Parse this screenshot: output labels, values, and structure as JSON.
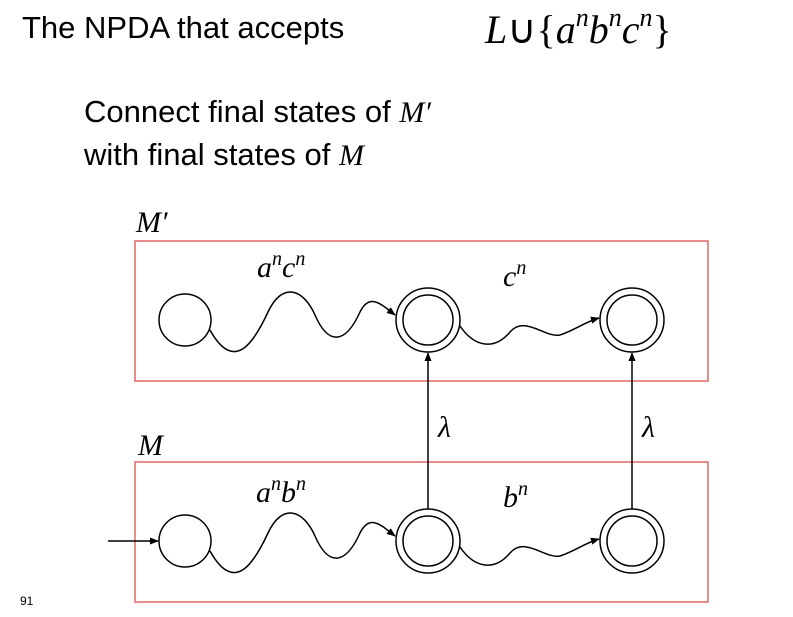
{
  "title": {
    "text": "The NPDA that accepts",
    "math": {
      "L": "L",
      "union": "∪",
      "open": "{",
      "a": "a",
      "b": "b",
      "c": "c",
      "exp": "n",
      "close": "}"
    }
  },
  "subtitle": {
    "line1_text": "Connect final states of",
    "line1_math": "M′",
    "line2_text": "with final states of",
    "line2_math": "M"
  },
  "diagram": {
    "box_color": "#e06666",
    "top_box": {
      "name": "M′",
      "edge1": {
        "base1": "a",
        "sup1": "n",
        "base2": "c",
        "sup2": "n"
      },
      "edge2": {
        "base1": "c",
        "sup1": "n"
      }
    },
    "bottom_box": {
      "name": "M",
      "edge1": {
        "base1": "a",
        "sup1": "n",
        "base2": "b",
        "sup2": "n"
      },
      "edge2": {
        "base1": "b",
        "sup1": "n"
      }
    },
    "lambda_left": "λ",
    "lambda_right": "λ"
  },
  "slide_number": "91"
}
